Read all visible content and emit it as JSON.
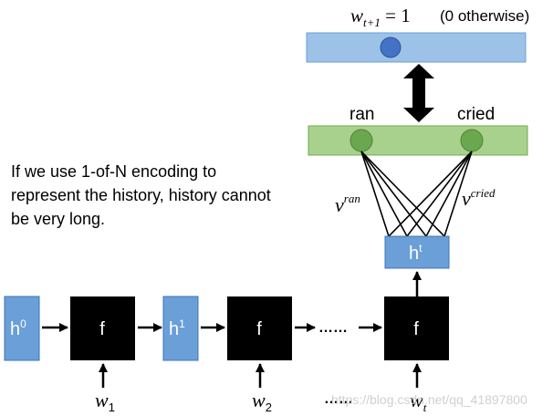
{
  "colors": {
    "blue_box": "#6a9fd8",
    "blue_box_light": "#9cc2e8",
    "blue_edge": "#3d74b5",
    "node_blue": "#4472c4",
    "green_bar": "#a9d18e",
    "green_edge": "#70ad47",
    "node_green": "#6aa84f",
    "black": "#000000",
    "watermark": "#c8c8c8"
  },
  "icons": {
    "arrow": "arrow-icon",
    "double_arrow": "double-arrow-icon"
  },
  "top": {
    "equation_var": "w",
    "equation_sub": "t+1",
    "equation_rhs": " = 1",
    "equation_note": "(0 otherwise)"
  },
  "output": {
    "label_ran": "ran",
    "label_cried": "cried",
    "weight_ran_base": "v",
    "weight_ran_sup": "ran",
    "weight_cried_base": "v",
    "weight_cried_sup": "cried"
  },
  "hidden": {
    "h0_base": "h",
    "h0_sup": "0",
    "h1_base": "h",
    "h1_sup": "1",
    "ht_base": "h",
    "ht_sup": "t"
  },
  "functions": {
    "f1": "f",
    "f2": "f",
    "f3": "f"
  },
  "inputs": {
    "w1_base": "w",
    "w1_sub": "1",
    "w2_base": "w",
    "w2_sub": "2",
    "wt_base": "w",
    "wt_sub": "t",
    "ellipsis_chain": "……",
    "ellipsis_inputs": "……"
  },
  "note": "If we use 1-of-N encoding to represent the history, history cannot be very long.",
  "watermark": "https://blog.csdn.net/qq_41897800"
}
